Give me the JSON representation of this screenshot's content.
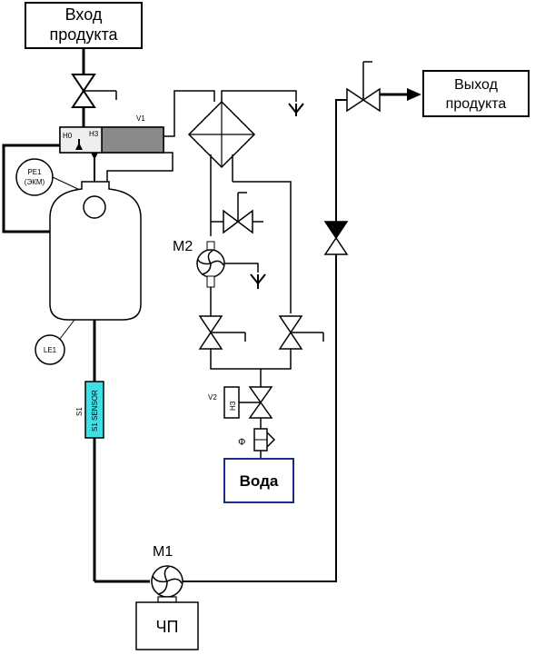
{
  "labels": {
    "product_in_line1": "Вход",
    "product_in_line2": "продукта",
    "product_out_line1": "Выход",
    "product_out_line2": "продукта",
    "water": "Вода",
    "cp": "ЧП",
    "m1": "M1",
    "m2": "M2",
    "v1": "V1",
    "v2": "V2",
    "ns": "НЗ",
    "f": "Ф",
    "pe1_line1": "PE1",
    "pe1_line2": "(ЭКМ)",
    "le1": "LE1",
    "s1": "S1",
    "sensor": "S1 SENSOR",
    "v1_h0": "H0",
    "v1_h3": "H3"
  },
  "colors": {
    "line": "#000000",
    "sensor_fill": "#3ee0e6",
    "v1_fill": "#8a8a8a",
    "water_border": "#1a2a8a"
  }
}
